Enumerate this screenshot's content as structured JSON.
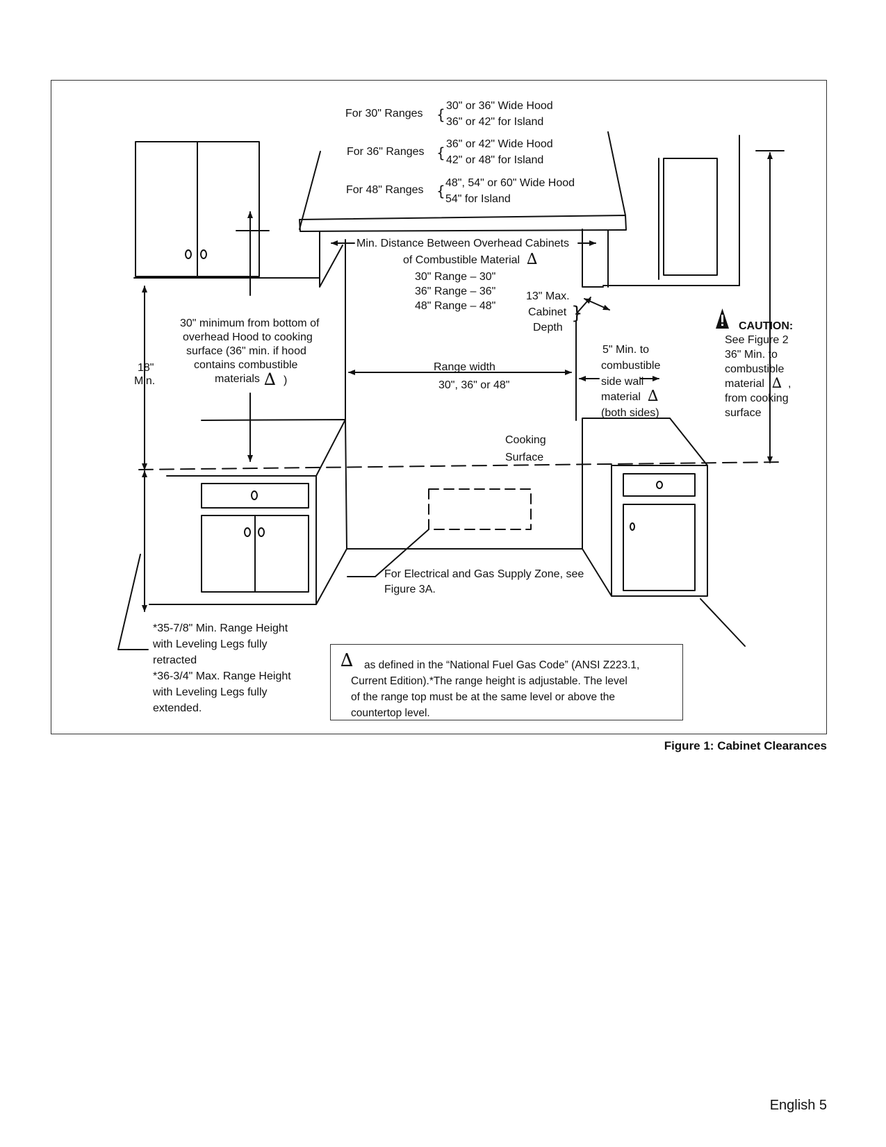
{
  "hood_sizes": [
    {
      "range": "For 30\" Ranges",
      "line1": "30\" or 36\" Wide Hood",
      "line2": "36\" or 42\" for Island"
    },
    {
      "range": "For 36\" Ranges",
      "line1": "36\" or 42\" Wide Hood",
      "line2": "42\" or 48\" for Island"
    },
    {
      "range": "For 48\" Ranges",
      "line1": "48\", 54\" or 60\" Wide Hood",
      "line2": "54\" for Island"
    }
  ],
  "overhead": {
    "line1": "Min. Distance Between Overhead Cabinets",
    "line2": "of Combustible Material",
    "r30": "30\" Range – 30\"",
    "r36": "36\" Range  –  36\"",
    "r48": "48\" Range  –  48\""
  },
  "cabinet_depth": {
    "line1": "13\" Max.",
    "line2": "Cabinet",
    "line3": "Depth"
  },
  "hood_clearance": {
    "line1": "30\" minimum from bottom of",
    "line2": "overhead Hood to cooking",
    "line3": "surface (36\" min.  if hood",
    "line4": "contains combustible",
    "line5": "materials",
    "close": ")"
  },
  "upper_cabinet_height": {
    "line1": "18\"",
    "line2": "Min."
  },
  "range_width": {
    "label": "Range width",
    "values": "30\", 36\" or 48\""
  },
  "side_wall": {
    "line1": "5\"  Min. to",
    "line2": "combustible",
    "line3": "side wall",
    "line4": "material",
    "line5": "(both sides)"
  },
  "caution": {
    "title": "CAUTION:",
    "line1": "See Figure 2",
    "line2": "36\"  Min. to",
    "line3": "combustible",
    "line4": "material",
    "line4_tail": ",",
    "line5": "from cooking",
    "line6": "surface"
  },
  "cooking_surface": {
    "line1": "Cooking",
    "line2": "Surface"
  },
  "supply_zone": {
    "line1": "For Electrical and Gas Supply Zone, see",
    "line2": "Figure 3A."
  },
  "range_height": {
    "line1": "*35-7/8\" Min. Range Height",
    "line2": "with Leveling Legs fully",
    "line3": "retracted",
    "line4": "*36-3/4\" Max. Range Height",
    "line5": "with Leveling Legs fully",
    "line6": "extended."
  },
  "note": {
    "line1": "as defined in the “National Fuel Gas Code” (ANSI Z223.1,",
    "line2": "Current Edition).*The range height is adjustable. The level",
    "line3": "of the range top must be at the same level or above the",
    "line4": "countertop level."
  },
  "symbol": "∆",
  "caption": "Figure 1:  Cabinet Clearances",
  "footer": "English 5"
}
